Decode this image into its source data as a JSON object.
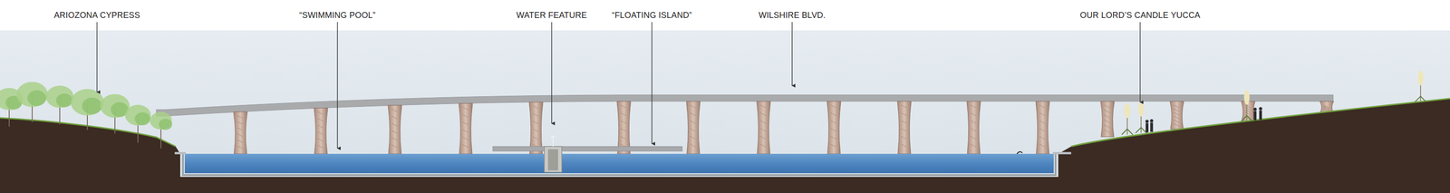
{
  "diagram": {
    "labels": [
      "ARIOZONA CYPRESS",
      "“SWIMMING POOL”",
      "WATER FEATURE",
      "“FLOATING ISLAND”",
      "WILSHIRE BLVD.",
      "OUR LORD’S CANDLE YUCCA"
    ]
  }
}
